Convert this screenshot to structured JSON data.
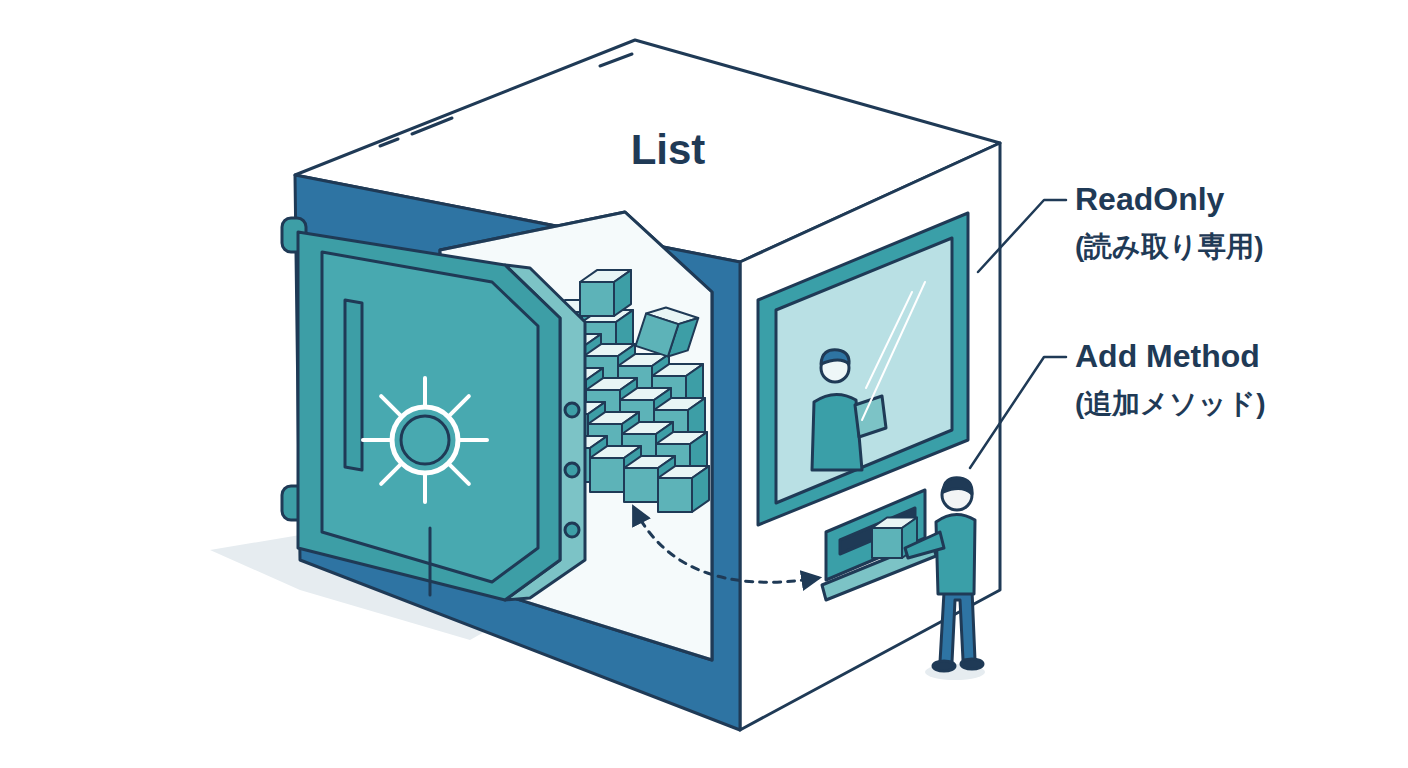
{
  "diagram": {
    "nodes": [
      {
        "text": [
          "List"
        ]
      }
    ],
    "labels": [
      "ReadOnly",
      "(読み取り専用)",
      "Add Method",
      "(追加メソッド)"
    ]
  }
}
